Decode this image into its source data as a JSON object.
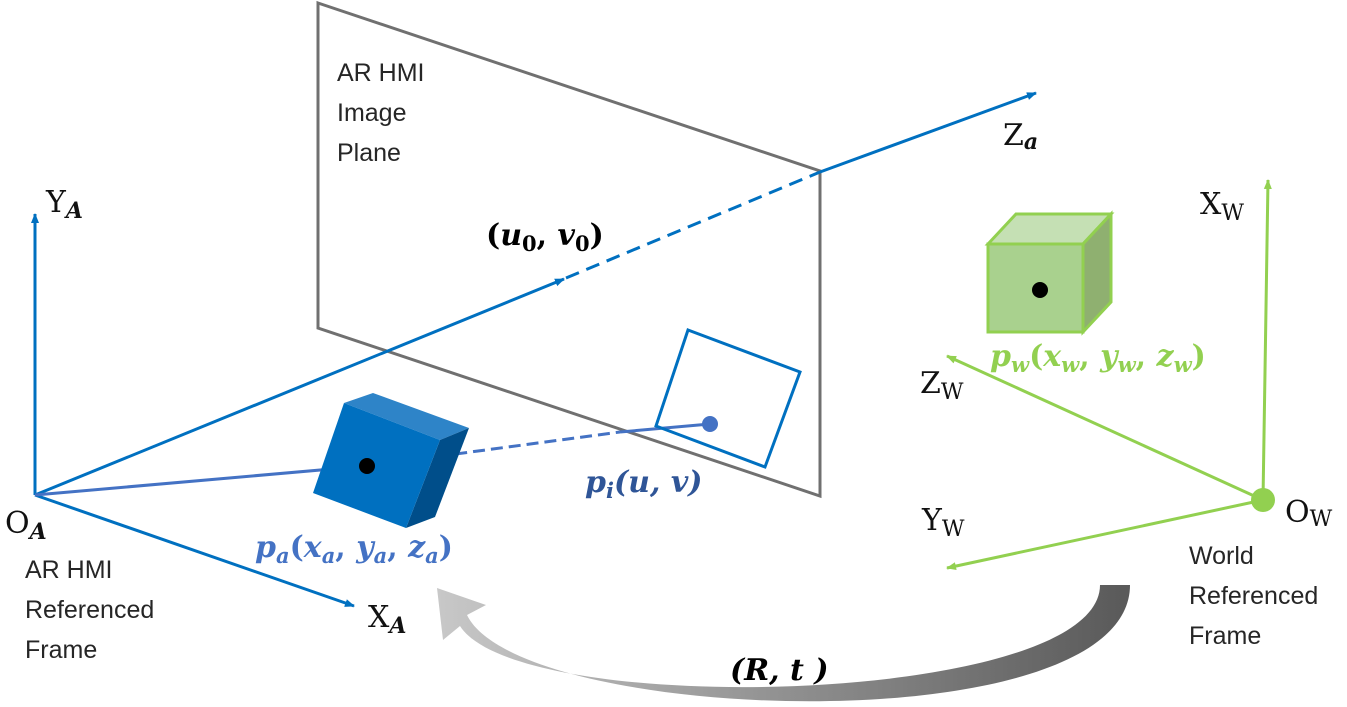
{
  "image_plane_label": [
    "AR HMI",
    "Image",
    "Plane"
  ],
  "ar_frame_label": [
    "AR HMI",
    "Referenced",
    "Frame"
  ],
  "world_frame_label": [
    "World",
    "Referenced",
    "Frame"
  ],
  "axes": {
    "ya": {
      "base": "Y",
      "sub": "A"
    },
    "xa": {
      "base": "X",
      "sub": "A"
    },
    "oa": {
      "base": "O",
      "sub": "A"
    },
    "za": {
      "base": "Z",
      "sub": "a"
    },
    "xw": {
      "base": "X",
      "sub": "W"
    },
    "yw": {
      "base": "Y",
      "sub": "W"
    },
    "zw": {
      "base": "Z",
      "sub": "W"
    },
    "ow": {
      "base": "O",
      "sub": "W"
    }
  },
  "points": {
    "principal": {
      "open": "(",
      "u": "u",
      "u_sub": "0",
      "sep": ", ",
      "v": "v",
      "v_sub": "0",
      "close": ")"
    },
    "image_point": {
      "p": "p",
      "sub": "i",
      "args": "(u, v)"
    },
    "ar_point": {
      "p": "p",
      "sub": "a",
      "open": "(",
      "x": "x",
      "y": "y",
      "z": "z",
      "sub2": "a",
      "sep": ", ",
      "close": ")"
    },
    "world_point": {
      "p": "p",
      "sub": "w",
      "open": "(",
      "x": "x",
      "y": "y",
      "z": "z",
      "sub2": "w",
      "sep": ", ",
      "close": ")"
    }
  },
  "transform_label": "(R, t )",
  "colors": {
    "ar_axis": "#0070C0",
    "ray": "#4472C4",
    "world": "#92D050",
    "plane": "#707070",
    "transform_arrow": "#7F7F7F",
    "ar_cube": "#0070C0",
    "world_cube": "#A9D18E"
  }
}
